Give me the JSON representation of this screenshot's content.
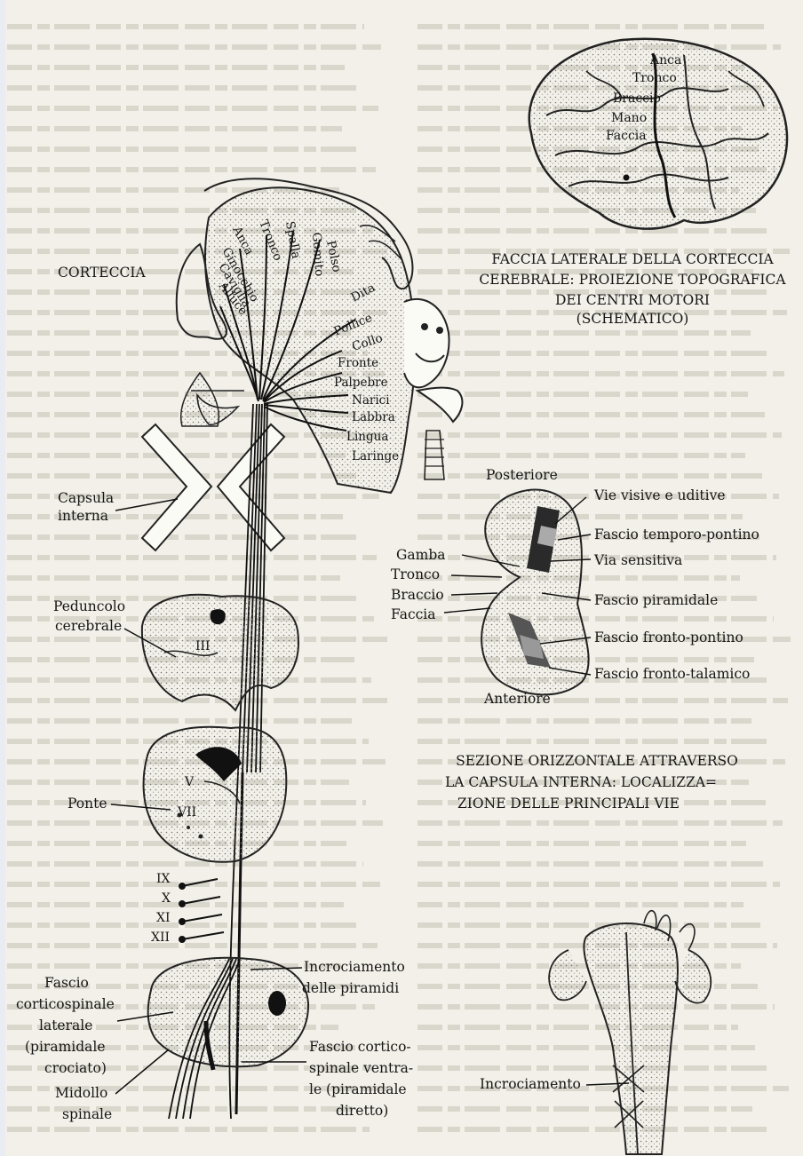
{
  "cortex": {
    "title": "CORTECCIA",
    "regions": [
      "Anca",
      "Tronco",
      "Spalla",
      "Gomito",
      "Polso",
      "Ginocchio",
      "Caviglia",
      "Alluce",
      "Dita",
      "Pollice",
      "Collo",
      "Fronte",
      "Palpebre",
      "Narici",
      "Labbra",
      "Lingua",
      "Laringe"
    ]
  },
  "brain": {
    "labels": [
      "Anca",
      "Tronco",
      "Braccio",
      "Mano",
      "Faccia"
    ],
    "caption": [
      "FACCIA LATERALE DELLA CORTECCIA",
      "CEREBRALE: PROIEZIONE TOPOGRAFICA",
      "DEI CENTRI MOTORI",
      "(SCHEMATICO)"
    ]
  },
  "left_labels": {
    "capsula": [
      "Capsula",
      "interna"
    ],
    "peduncolo": [
      "Peduncolo",
      "cerebrale"
    ],
    "ponte": "Ponte",
    "fascio_laterale": [
      "Fascio",
      "corticospinale",
      "laterale",
      "(piramidale",
      "crociato)"
    ],
    "midollo": [
      "Midollo",
      "spinale"
    ]
  },
  "nerves": {
    "III": "III",
    "V": "V",
    "VII": "VII",
    "IX": "IX",
    "X": "X",
    "XI": "XI",
    "XII": "XII"
  },
  "mid_labels": {
    "incrociamento": [
      "Incrociamento",
      "delle piramidi"
    ],
    "fascio_ventrale": [
      "Fascio cortico-",
      "spinale ventra-",
      "le (piramidale",
      "diretto)"
    ]
  },
  "capsule_section": {
    "posteriore": "Posteriore",
    "anteriore": "Anteriore",
    "left": [
      "Gamba",
      "Tronco",
      "Braccio",
      "Faccia"
    ],
    "right": [
      "Vie visive e uditive",
      "Fascio temporo-pontino",
      "Via sensitiva",
      "Fascio piramidale",
      "Fascio fronto-pontino",
      "Fascio fronto-talamico"
    ],
    "caption": [
      "SEZIONE ORIZZONTALE ATTRAVERSO",
      "LA CAPSULA INTERNA: LOCALIZZA=",
      "ZIONE DELLE PRINCIPALI VIE"
    ]
  },
  "decussation": {
    "label": "Incrociamento"
  }
}
